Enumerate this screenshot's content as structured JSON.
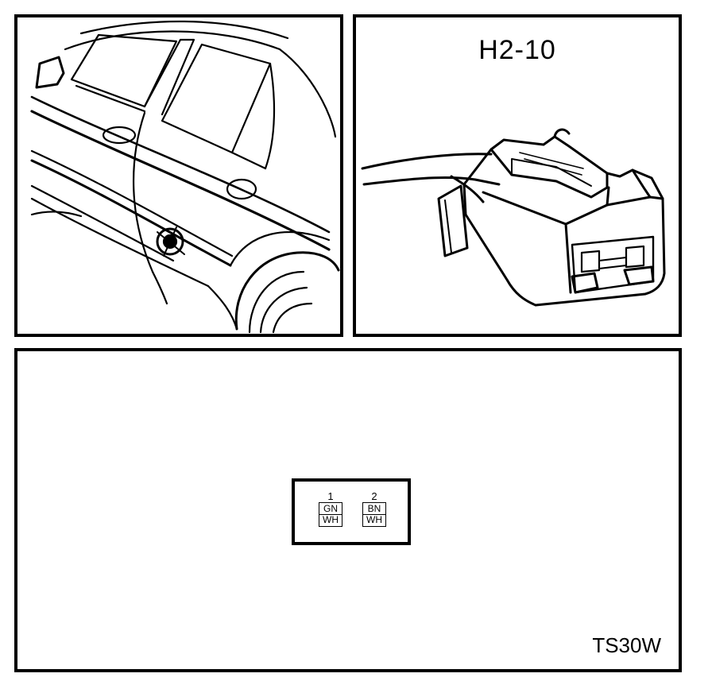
{
  "connector": {
    "title": "H2-10"
  },
  "pinout": {
    "pins": [
      {
        "number": "1",
        "wire_top": "GN",
        "wire_bottom": "WH"
      },
      {
        "number": "2",
        "wire_top": "BN",
        "wire_bottom": "WH"
      }
    ]
  },
  "reference_code": "TS30W"
}
